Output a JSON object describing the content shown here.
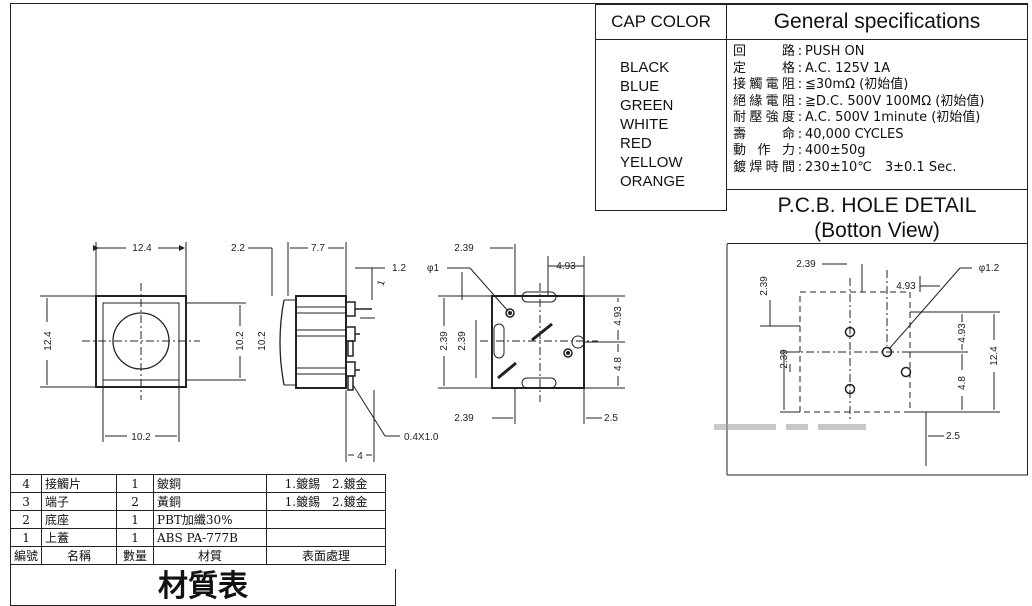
{
  "cap_color": {
    "heading": "CAP COLOR",
    "colors": [
      "BLACK",
      "BLUE",
      "GREEN",
      "WHITE",
      "RED",
      "YELLOW",
      "ORANGE"
    ]
  },
  "general_specifications": {
    "heading": "General specifications",
    "rows": [
      {
        "key": "回　路",
        "value": "PUSH ON"
      },
      {
        "key": "定　格",
        "value": "A.C. 125V 1A"
      },
      {
        "key": "接觸電阻",
        "value": "≦30mΩ (初始值)"
      },
      {
        "key": "絕緣電阻",
        "value": "≧D.C. 500V 100MΩ (初始值)"
      },
      {
        "key": "耐壓強度",
        "value": "A.C. 500V 1minute (初始值)"
      },
      {
        "key": "壽　命",
        "value": "40,000 CYCLES"
      },
      {
        "key": "動作力",
        "value": "400±50g"
      },
      {
        "key": "鍍焊時間",
        "value": "230±10℃　3±0.1 Sec."
      }
    ]
  },
  "pcb_hole_detail": {
    "heading_line1": "P.C.B. HOLE DETAIL",
    "heading_line2": "(Botton View)"
  },
  "dimensions": {
    "front_width_top": "12.4",
    "front_height_left": "12.4",
    "front_inner_height": "10.2",
    "front_width_bottom": "10.2",
    "side_offset": "2.2",
    "side_depth": "7.7",
    "side_height": "10.2",
    "side_pin_diameter": "1",
    "side_pin_offset": "1.2",
    "side_bottom": "4",
    "pin_size": "0.4X1.0",
    "bottom_top_left": "2.39",
    "bottom_top_right": "4.93",
    "bottom_phi": "φ1",
    "bottom_left_outer": "2.39",
    "bottom_left_inner": "2.39",
    "bottom_right_upper": "4.93",
    "bottom_right_lower": "4.8",
    "bottom_bottom_left": "2.39",
    "bottom_bottom_right": "2.5",
    "pcb_top_left": "2.39",
    "pcb_top_mid": "4.93",
    "pcb_phi": "φ1.2",
    "pcb_left_upper": "2.39",
    "pcb_left_lower": "2.39",
    "pcb_right_upper": "4.93",
    "pcb_right_lower": "4.8",
    "pcb_right_outer": "12.4",
    "pcb_bottom": "2.5"
  },
  "material_table": {
    "rows": [
      [
        "4",
        "接觸片",
        "1",
        "鈹銅",
        "1.鍍錫　2.鍍金"
      ],
      [
        "3",
        "端子",
        "2",
        "黃銅",
        "1.鍍錫　2.鍍金"
      ],
      [
        "2",
        "底座",
        "1",
        "PBT加纖30%",
        ""
      ],
      [
        "1",
        "上蓋",
        "1",
        "ABS PA-777B",
        ""
      ]
    ],
    "header": [
      "編號",
      "名稱",
      "數量",
      "材質",
      "表面處理"
    ],
    "title": "材質表"
  }
}
